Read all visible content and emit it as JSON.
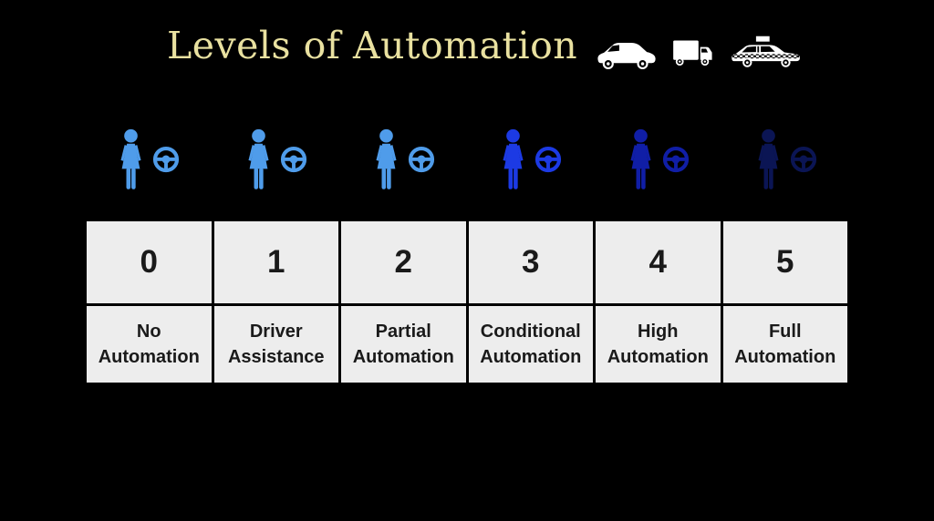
{
  "title": "Levels of Automation",
  "header": {
    "vehicle_icons": [
      "car-icon",
      "truck-icon",
      "taxi-icon"
    ],
    "vehicle_icon_color": "#ffffff"
  },
  "levels": [
    {
      "number": "0",
      "label": "No Automation",
      "driver_color": "#4f9cea"
    },
    {
      "number": "1",
      "label": "Driver Assistance",
      "driver_color": "#4f9cea"
    },
    {
      "number": "2",
      "label": "Partial Automation",
      "driver_color": "#4f9cea"
    },
    {
      "number": "3",
      "label": "Conditional Automation",
      "driver_color": "#1c3ae4"
    },
    {
      "number": "4",
      "label": "High Automation",
      "driver_color": "#101ea6"
    },
    {
      "number": "5",
      "label": "Full Automation",
      "driver_color": "#0b1554"
    }
  ],
  "colors": {
    "background": "#000000",
    "title_text": "#e9e1a0",
    "table_cell_bg": "#ededed",
    "table_text": "#1a1a1a",
    "table_border": "#000000"
  }
}
